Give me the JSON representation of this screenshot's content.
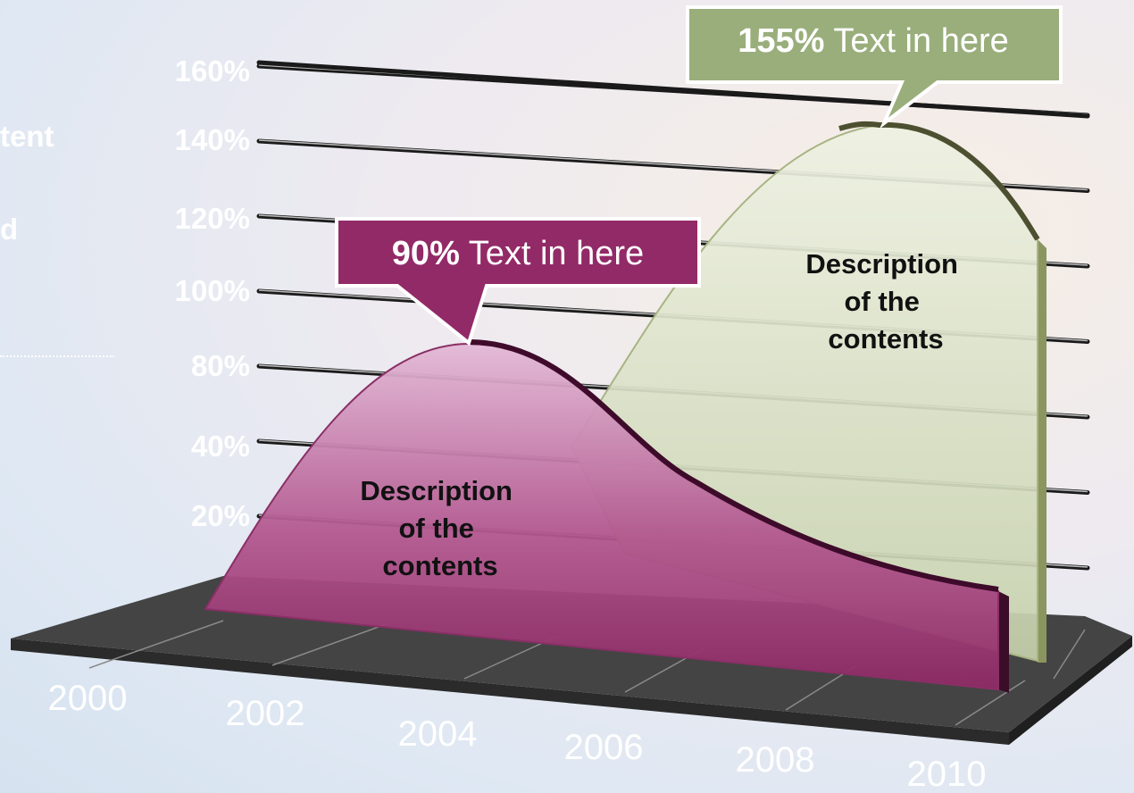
{
  "left_fragments": [
    "tent",
    "d"
  ],
  "colors": {
    "floor": "#434343",
    "series1_fill": "#a4467f",
    "series1_callout": "#922a67",
    "series2_fill": "#d3dcbf",
    "series2_callout": "#9aae7c",
    "label": "#ffffff"
  },
  "chart_data": {
    "type": "area",
    "x": [
      2000,
      2002,
      2004,
      2006,
      2008,
      2010
    ],
    "y_ticks": [
      "20%",
      "40%",
      "80%",
      "100%",
      "120%",
      "140%",
      "160%"
    ],
    "x_tick_labels": [
      "2000",
      "2002",
      "2004",
      "2006",
      "2008",
      "2010"
    ],
    "grid": true,
    "series": [
      {
        "points": [
          [
            2001.2,
            0
          ],
          [
            2002,
            45
          ],
          [
            2003,
            80
          ],
          [
            2004.2,
            90
          ],
          [
            2005,
            70
          ],
          [
            2006,
            42
          ],
          [
            2007.5,
            20
          ],
          [
            2009.2,
            12
          ]
        ],
        "description": "Description of the contents",
        "callout": {
          "value": "90%",
          "text": "Text in here"
        }
      },
      {
        "points": [
          [
            2005,
            40
          ],
          [
            2006.5,
            95
          ],
          [
            2007.8,
            150
          ],
          [
            2008.7,
            155
          ],
          [
            2010.3,
            118
          ],
          [
            2010.4,
            0
          ]
        ],
        "description": "Description of the contents",
        "callout": {
          "value": "155%",
          "text": "Text in here"
        }
      }
    ]
  }
}
